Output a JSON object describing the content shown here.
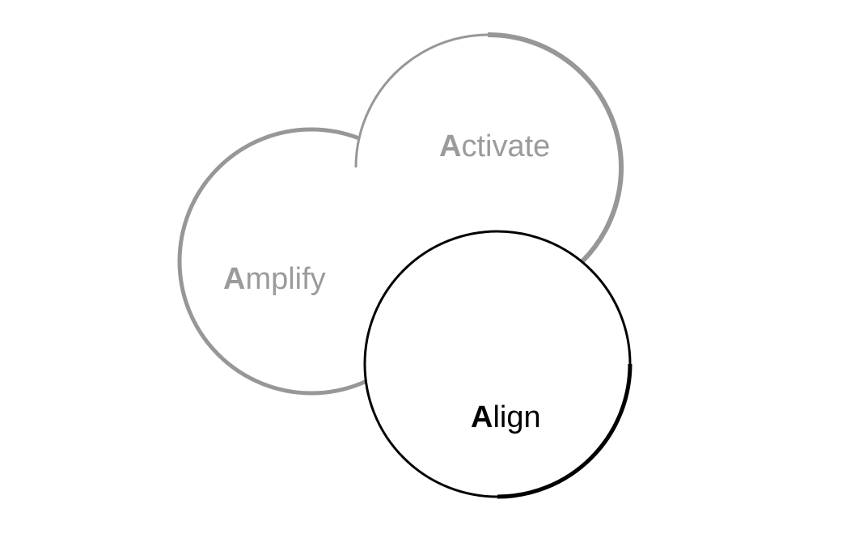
{
  "diagram": {
    "circles": [
      {
        "id": "amplify",
        "initial": "A",
        "rest": "mplify",
        "stroke": "#979797",
        "text_color": "#9b9b9b"
      },
      {
        "id": "activate",
        "initial": "A",
        "rest": "ctivate",
        "stroke": "#979797",
        "text_color": "#9b9b9b"
      },
      {
        "id": "align",
        "initial": "A",
        "rest": "lign",
        "stroke": "#000000",
        "text_color": "#000000"
      }
    ]
  }
}
